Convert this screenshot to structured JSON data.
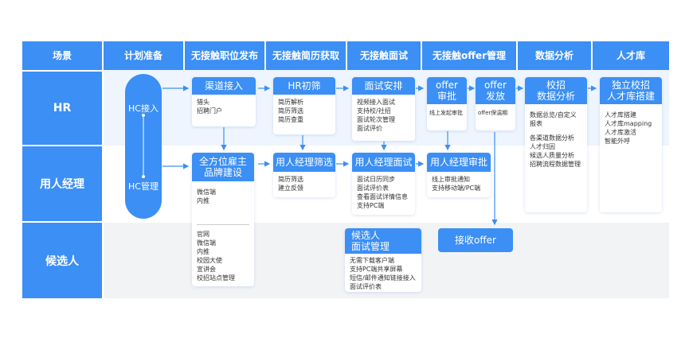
{
  "headers": [
    "场景",
    "计划准备",
    "无接触职位发布",
    "无接触简历获取",
    "无接触面试",
    "无接触offer管理",
    "数据分析",
    "人才库"
  ],
  "rows": [
    "HR",
    "用人经理",
    "候选人"
  ],
  "hc": {
    "top": "HC接入",
    "bottom": "HC管理"
  },
  "cards": {
    "channel": {
      "title": "渠道接入",
      "items": [
        "猎头",
        "招聘门户"
      ]
    },
    "hr_screen": {
      "title": "HR初筛",
      "items": [
        "简历解析",
        "简历筛选",
        "简历查重"
      ]
    },
    "interview_arrange": {
      "title": "面试安排",
      "items": [
        "视频接入面试",
        "支持校/社招",
        "面试轮次管理",
        "面试评价"
      ]
    },
    "offer_approve": {
      "title": "offer\n审批",
      "items": [
        "线上发起审批"
      ]
    },
    "offer_issue": {
      "title": "offer\n发放",
      "items": [
        "offer保温期"
      ]
    },
    "campus_analysis": {
      "title": "校招\n数据分析",
      "items": [
        "数据总览/自定义",
        "报表",
        "",
        "各渠道数据分析",
        "人才归因",
        "候选人质量分析",
        "招聘流程数据管理"
      ]
    },
    "talent_pool": {
      "title": "独立校招\n人才库搭建",
      "items": [
        "人才库搭建",
        "人才库mapping",
        "人才库激活",
        "智能外呼"
      ]
    },
    "employer_brand": {
      "title": "全方位雇主\n品牌建设",
      "items": [
        "微信端",
        "内推"
      ],
      "items2": [
        "官网",
        "微信端",
        "内推",
        "校园大使",
        "宣讲会",
        "校招站点管理"
      ]
    },
    "manager_screen": {
      "title": "用人经理筛选",
      "items": [
        "简历筛选",
        "建立反馈"
      ]
    },
    "manager_interview": {
      "title": "用人经理面试",
      "items": [
        "面试日历同步",
        "面试评价表",
        "查看面试详情信息",
        "支持PC端"
      ]
    },
    "manager_approve": {
      "title": "用人经理审批",
      "items": [
        "线上审批通知",
        "支持移动端/PC端"
      ]
    },
    "candidate_interview": {
      "title": "候选人\n面试管理",
      "items": [
        "无需下载客户端",
        "支持PC端共享屏幕",
        "短信/邮件通知链接接入",
        "面试评价表"
      ]
    },
    "receive_offer": {
      "title": "接收offer"
    }
  },
  "colors": {
    "primary": "#3b8ff5",
    "row_light": "#eef5fe",
    "row_white": "#ffffff",
    "row_grey": "#f2f3f5",
    "arrow": "#3b8ff5"
  }
}
